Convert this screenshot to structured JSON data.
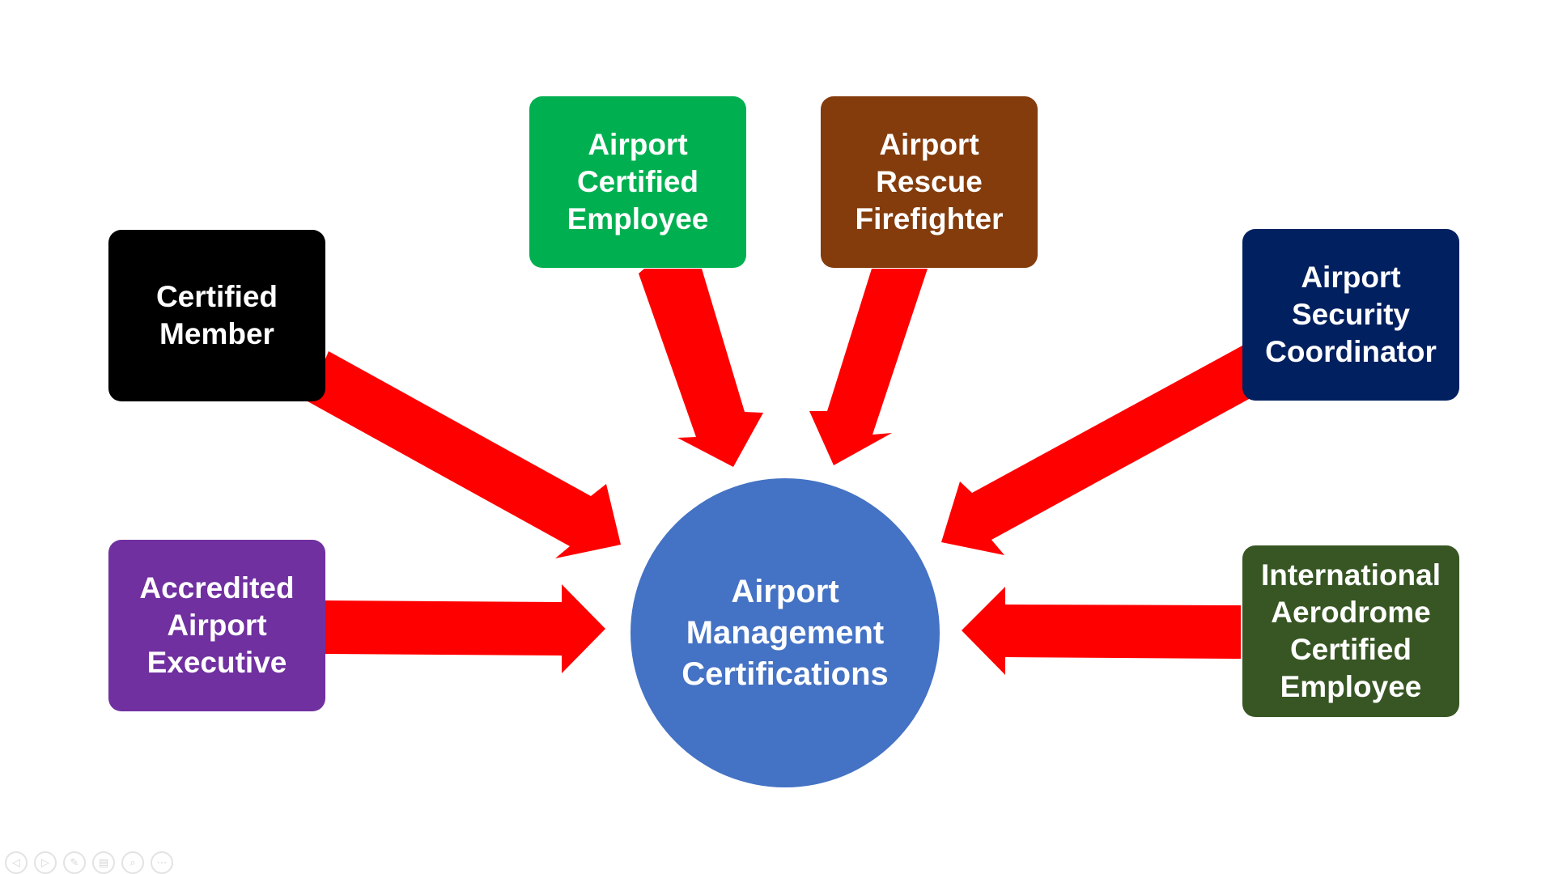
{
  "diagram": {
    "center": {
      "label": "Airport\nManagement\nCertifications",
      "color": "#4472C4"
    },
    "boxes": {
      "certified_member": {
        "label": "Certified\nMember",
        "color": "#000000"
      },
      "airport_certified_employee": {
        "label": "Airport\nCertified\nEmployee",
        "color": "#00B050"
      },
      "airport_rescue_firefighter": {
        "label": "Airport\nRescue\nFirefighter",
        "color": "#843C0C"
      },
      "airport_security_coordinator": {
        "label": "Airport\nSecurity\nCoordinator",
        "color": "#002060"
      },
      "accredited_airport_executive": {
        "label": "Accredited\nAirport\nExecutive",
        "color": "#7030A0"
      },
      "international_aerodrome_certified_employee": {
        "label": "International\nAerodrome\nCertified\nEmployee",
        "color": "#375623"
      }
    },
    "arrow_color": "#FF0000"
  },
  "slideshow_controls": [
    {
      "name": "previous-icon",
      "glyph": "◁"
    },
    {
      "name": "next-icon",
      "glyph": "▷"
    },
    {
      "name": "pen-icon",
      "glyph": "✎"
    },
    {
      "name": "slides-icon",
      "glyph": "▤"
    },
    {
      "name": "zoom-icon",
      "glyph": "⌕"
    },
    {
      "name": "more-icon",
      "glyph": "⋯"
    }
  ]
}
